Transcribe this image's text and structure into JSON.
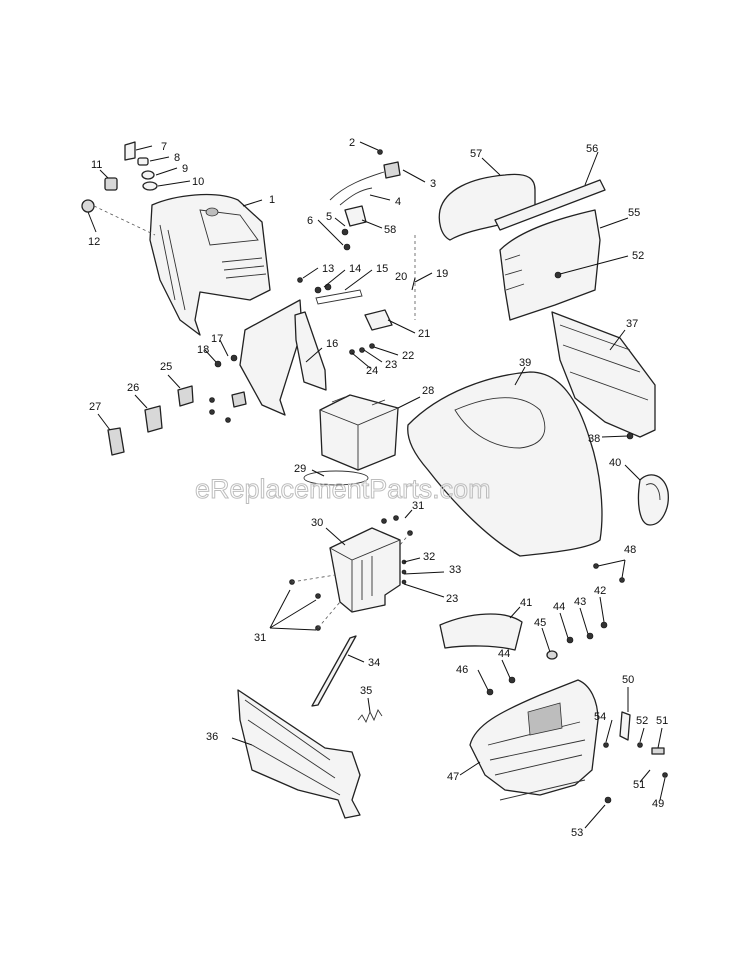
{
  "watermark": "eReplacementParts.com",
  "callouts": [
    "1",
    "2",
    "3",
    "4",
    "5",
    "6",
    "7",
    "8",
    "9",
    "10",
    "11",
    "12",
    "13",
    "14",
    "15",
    "16",
    "17",
    "18",
    "19",
    "20",
    "21",
    "22",
    "23",
    "24",
    "25",
    "26",
    "27",
    "28",
    "29",
    "30",
    "31",
    "32",
    "33",
    "34",
    "35",
    "36",
    "37",
    "38",
    "39",
    "40",
    "41",
    "42",
    "43",
    "44",
    "45",
    "46",
    "47",
    "48",
    "49",
    "50",
    "51",
    "52",
    "53",
    "54",
    "55",
    "56",
    "57",
    "58"
  ]
}
